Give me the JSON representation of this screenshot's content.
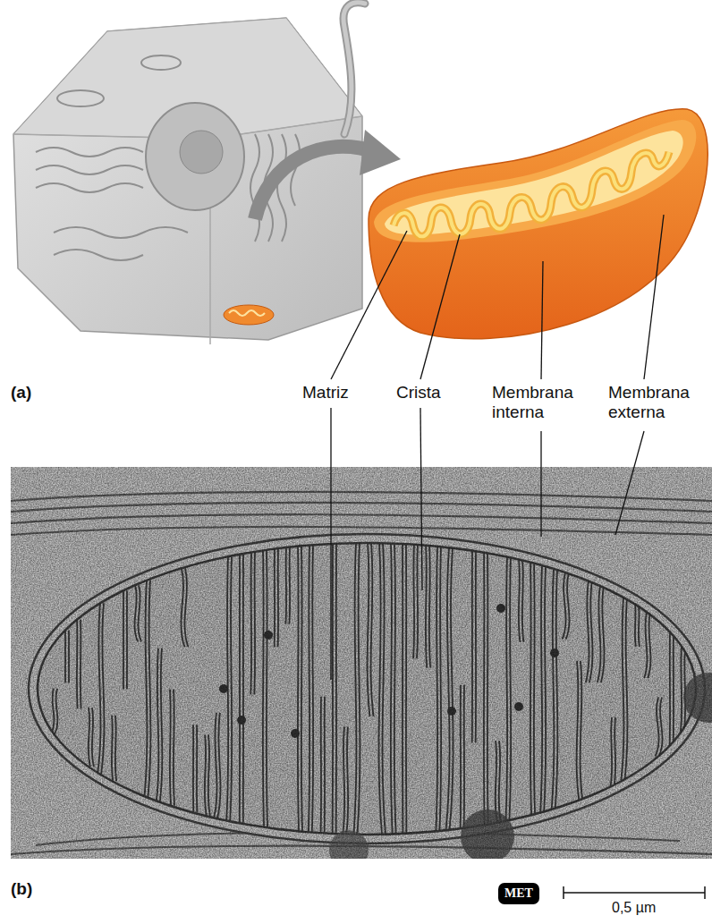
{
  "diagram": {
    "nodes": [
      {
        "text": [
          "MET"
        ]
      }
    ],
    "labels": [
      "(a)",
      "Matriz",
      "Crista",
      "Membrana interna",
      "Membrana externa",
      "(b)",
      "0,5 µm"
    ]
  }
}
